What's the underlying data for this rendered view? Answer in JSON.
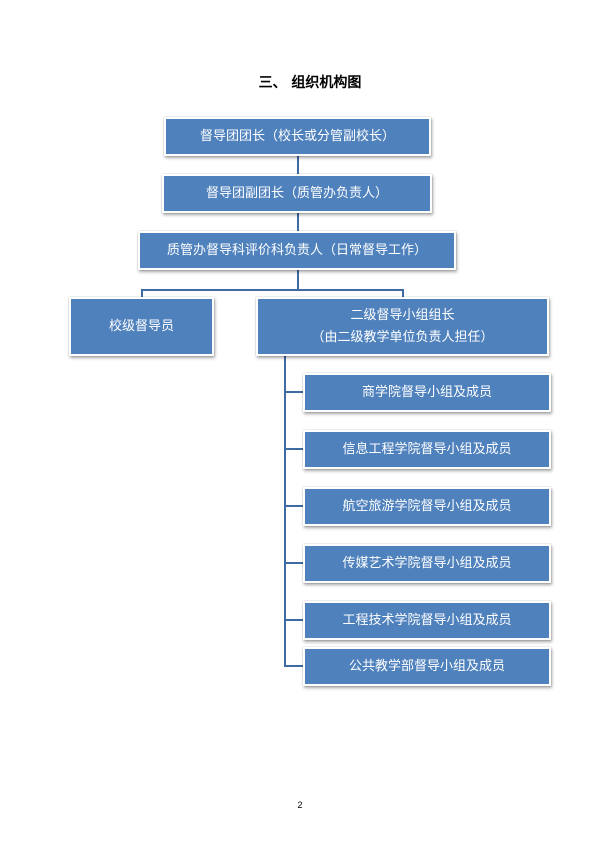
{
  "title": "三、  组织机构图",
  "nodes": {
    "head": "督导团团长（校长或分管副校长）",
    "deputy": "督导团副团长（质管办负责人）",
    "section_lead": "质管办督导科评价科负责人（日常督导工作）",
    "school_inspector": "校级督导员",
    "group_leader_line1": "二级督导小组组长",
    "group_leader_line2": "（由二级教学单位负责人担任）",
    "groups": [
      "商学院督导小组及成员",
      "信息工程学院督导小组及成员",
      "航空旅游学院督导小组及成员",
      "传媒艺术学院督导小组及成员",
      "工程技术学院督导小组及成员",
      "公共教学部督导小组及成员"
    ]
  },
  "page_number": "2"
}
